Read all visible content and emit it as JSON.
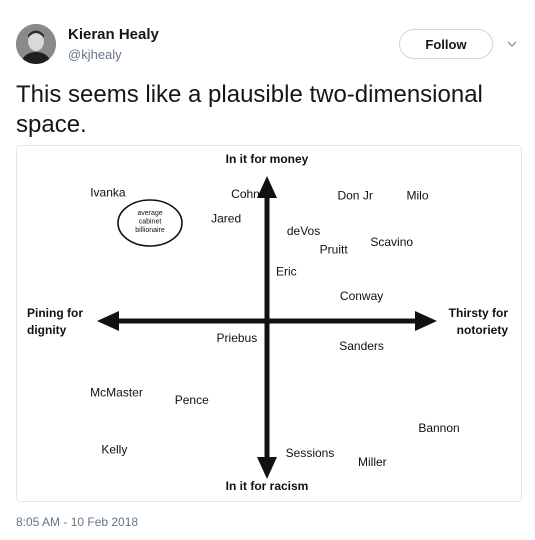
{
  "tweet": {
    "author_name": "Kieran Healy",
    "handle": "@kjhealy",
    "follow_label": "Follow",
    "text": "This seems like a plausible two-dimensional space.",
    "timestamp": "8:05 AM - 10 Feb 2018"
  },
  "chart_data": {
    "type": "scatter",
    "title": "",
    "axes": {
      "top": "In it for money",
      "bottom": "In it for racism",
      "left": [
        "Pining for",
        "dignity"
      ],
      "right": [
        "Thirsty for",
        "notoriety"
      ]
    },
    "xlim": [
      -1,
      1
    ],
    "ylim": [
      -1,
      1
    ],
    "grid": false,
    "circled_label": [
      "average",
      "cabinet",
      "billionaire"
    ],
    "points": [
      {
        "label": "Ivanka",
        "x": -0.74,
        "y": 0.83
      },
      {
        "label": "Cohn",
        "x": -0.1,
        "y": 0.82
      },
      {
        "label": "Don Jr",
        "x": 0.41,
        "y": 0.81
      },
      {
        "label": "Milo",
        "x": 0.7,
        "y": 0.81
      },
      {
        "label": "Jared",
        "x": -0.19,
        "y": 0.66
      },
      {
        "label": "deVos",
        "x": 0.17,
        "y": 0.58
      },
      {
        "label": "Scavino",
        "x": 0.58,
        "y": 0.51
      },
      {
        "label": "Pruitt",
        "x": 0.31,
        "y": 0.46
      },
      {
        "label": "Eric",
        "x": 0.09,
        "y": 0.32
      },
      {
        "label": "Conway",
        "x": 0.44,
        "y": 0.16
      },
      {
        "label": "Priebus",
        "x": -0.14,
        "y": -0.11
      },
      {
        "label": "Sanders",
        "x": 0.44,
        "y": -0.16
      },
      {
        "label": "McMaster",
        "x": -0.7,
        "y": -0.46
      },
      {
        "label": "Pence",
        "x": -0.35,
        "y": -0.51
      },
      {
        "label": "Bannon",
        "x": 0.8,
        "y": -0.69
      },
      {
        "label": "Kelly",
        "x": -0.71,
        "y": -0.83
      },
      {
        "label": "Sessions",
        "x": 0.2,
        "y": -0.85
      },
      {
        "label": "Miller",
        "x": 0.49,
        "y": -0.91
      }
    ]
  },
  "colors": {
    "name": "#14171a",
    "secondary": "#657786",
    "border": "#e1e8ed",
    "chart_ink": "#111111"
  },
  "icons": {
    "menu": "chevron-down-icon"
  }
}
